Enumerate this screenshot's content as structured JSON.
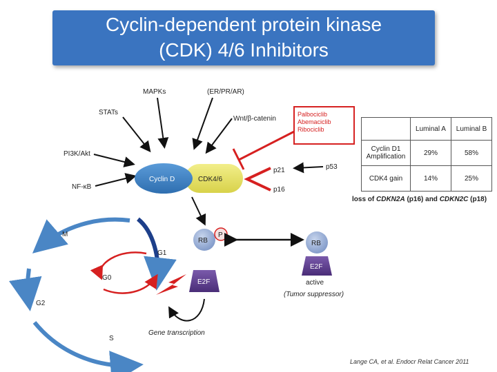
{
  "title": {
    "line1": "Cyclin-dependent protein kinase",
    "line2": "(CDK) 4/6 Inhibitors"
  },
  "pathway": {
    "upstream": [
      "MAPKs",
      "(ER/PR/AR)",
      "STATs",
      "Wnt/β-catenin",
      "PI3K/Akt",
      "NF-κB"
    ],
    "cyclin_d": "Cyclin D",
    "cdk": "CDK4/6",
    "inhibitors": [
      "p21",
      "p16"
    ],
    "p53": "p53",
    "rb": "RB",
    "p": "P",
    "e2f": "E2F",
    "active_label": "active",
    "tumor_suppressor": "(Tumor suppressor)",
    "gene_transcription": "Gene transcription"
  },
  "cell_cycle": {
    "phases": [
      "M",
      "G1",
      "G0",
      "G2",
      "S"
    ]
  },
  "drugs": [
    "Palbociclib",
    "Abemaciclib",
    "Ribociclib"
  ],
  "table": {
    "headers": [
      "",
      "Luminal A",
      "Luminal B"
    ],
    "rows": [
      {
        "label_line1": "Cyclin D1",
        "label_line2": "Amplification",
        "a": "29%",
        "b": "58%"
      },
      {
        "label_line1": "CDK4 gain",
        "label_line2": "",
        "a": "14%",
        "b": "25%"
      }
    ]
  },
  "footnote": {
    "prefix": "loss of ",
    "gene1": "CDKN2A",
    "mid": " (p16) and ",
    "gene2": "CDKN2C",
    "suffix": " (p18)"
  },
  "citation": "Lange CA, et al. Endocr Relat Cancer 2011",
  "colors": {
    "title_bg": "#3a74c0",
    "cyclin_blue": "#3a7fc4",
    "cdk_yellow": "#e8e36a",
    "inhibit_red": "#d62020",
    "rb_purple": "#5b3a8c",
    "cycle_blue": "#4a86c5"
  }
}
